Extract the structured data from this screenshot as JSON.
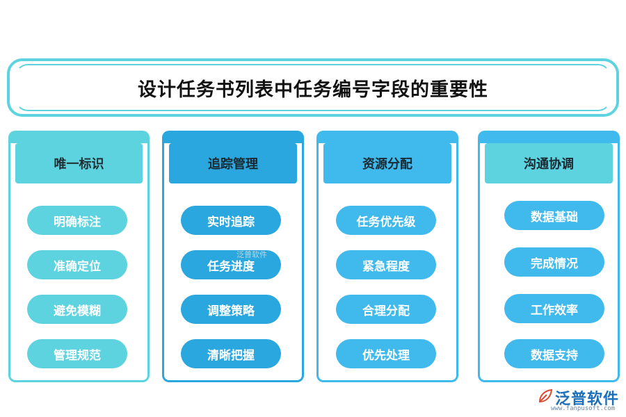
{
  "title": "设计任务书列表中任务编号字段的重要性",
  "columns": [
    {
      "header": "唯一标识",
      "items": [
        "明确标注",
        "准确定位",
        "避免模糊",
        "管理规范"
      ]
    },
    {
      "header": "追踪管理",
      "items": [
        "实时追踪",
        "任务进度",
        "调整策略",
        "清晰把握"
      ]
    },
    {
      "header": "资源分配",
      "items": [
        "任务优先级",
        "紧急程度",
        "合理分配",
        "优先处理"
      ]
    },
    {
      "header": "沟通协调",
      "items": [
        "数据基础",
        "完成情况",
        "工作效率",
        "数据支持"
      ]
    }
  ],
  "watermark": "泛普软件",
  "logo": {
    "name": "泛普软件",
    "url": "www.fanpusoft.com"
  },
  "colors": {
    "teal": "#5dd3df",
    "blue": "#2aa7de",
    "sky": "#40b9ec"
  }
}
